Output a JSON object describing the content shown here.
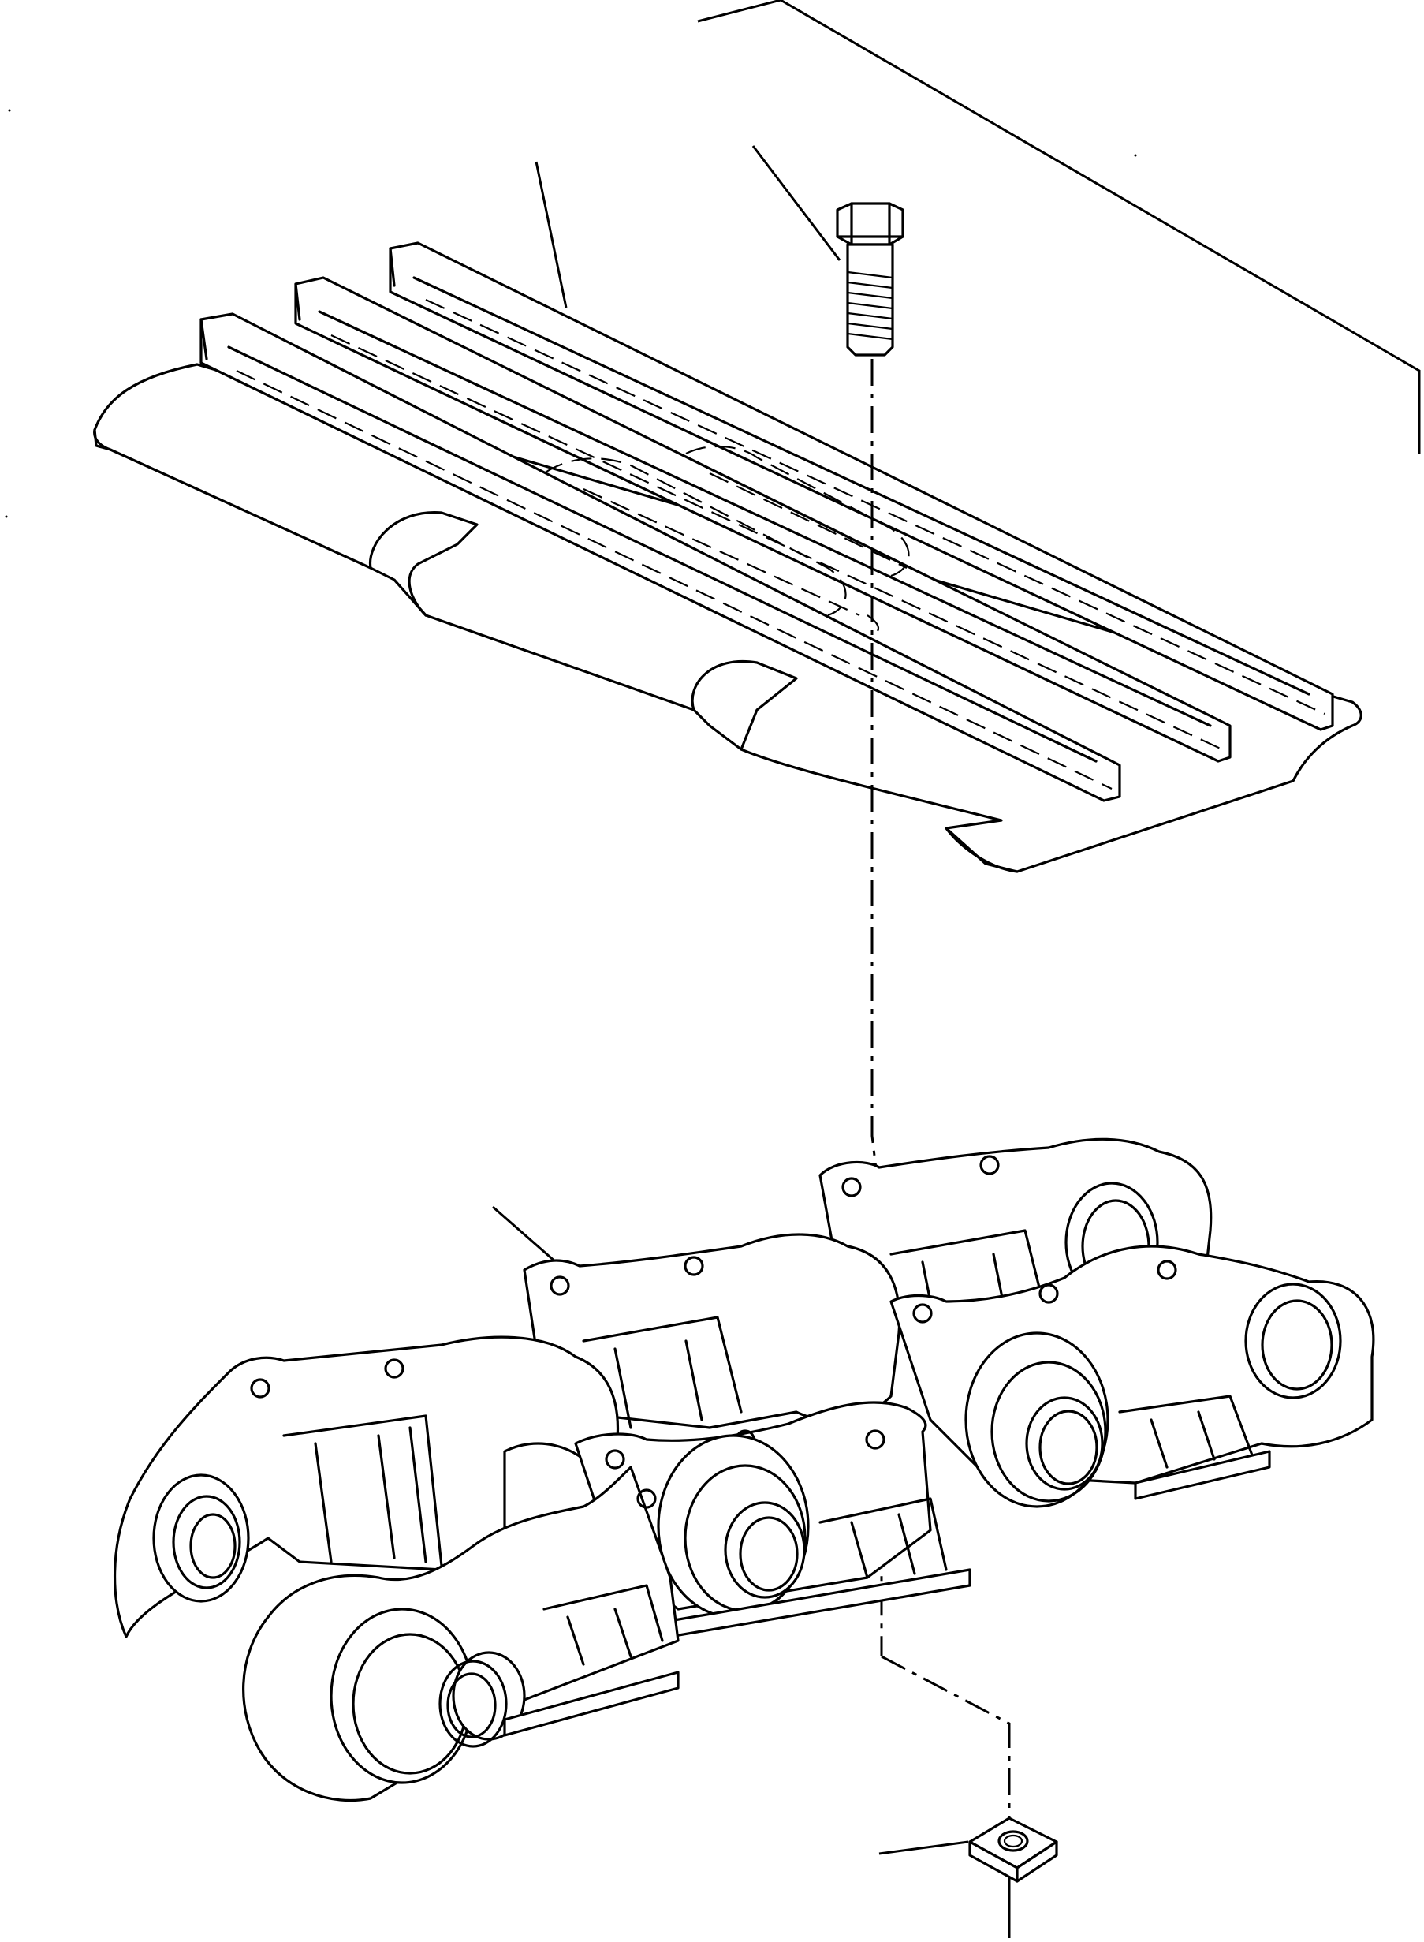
{
  "figure": {
    "background": "#ffffff",
    "ink": "#000000",
    "parts": [
      {
        "id": "track-assembly",
        "label": ""
      },
      {
        "id": "track-shoe",
        "label": ""
      },
      {
        "id": "shoe-bolt",
        "label": ""
      },
      {
        "id": "track-link-chain",
        "label": ""
      },
      {
        "id": "shoe-nut",
        "label": ""
      }
    ]
  }
}
